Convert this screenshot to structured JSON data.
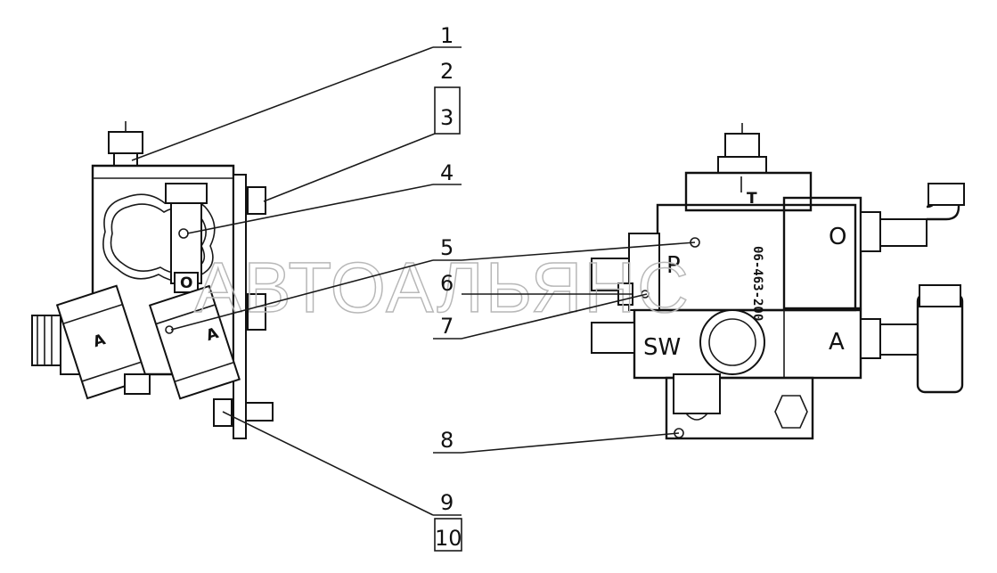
{
  "callouts": [
    "1",
    "2",
    "3",
    "4",
    "5",
    "6",
    "7",
    "8",
    "9",
    "10"
  ],
  "port_labels": {
    "left_a1": "A",
    "left_a2": "A",
    "left_o": "O",
    "right_t": "T",
    "right_o": "O",
    "right_p": "P",
    "right_sw": "SW",
    "right_a": "A"
  },
  "part_number": "06-463-200",
  "watermark": "АВТОАЛЬЯНС"
}
